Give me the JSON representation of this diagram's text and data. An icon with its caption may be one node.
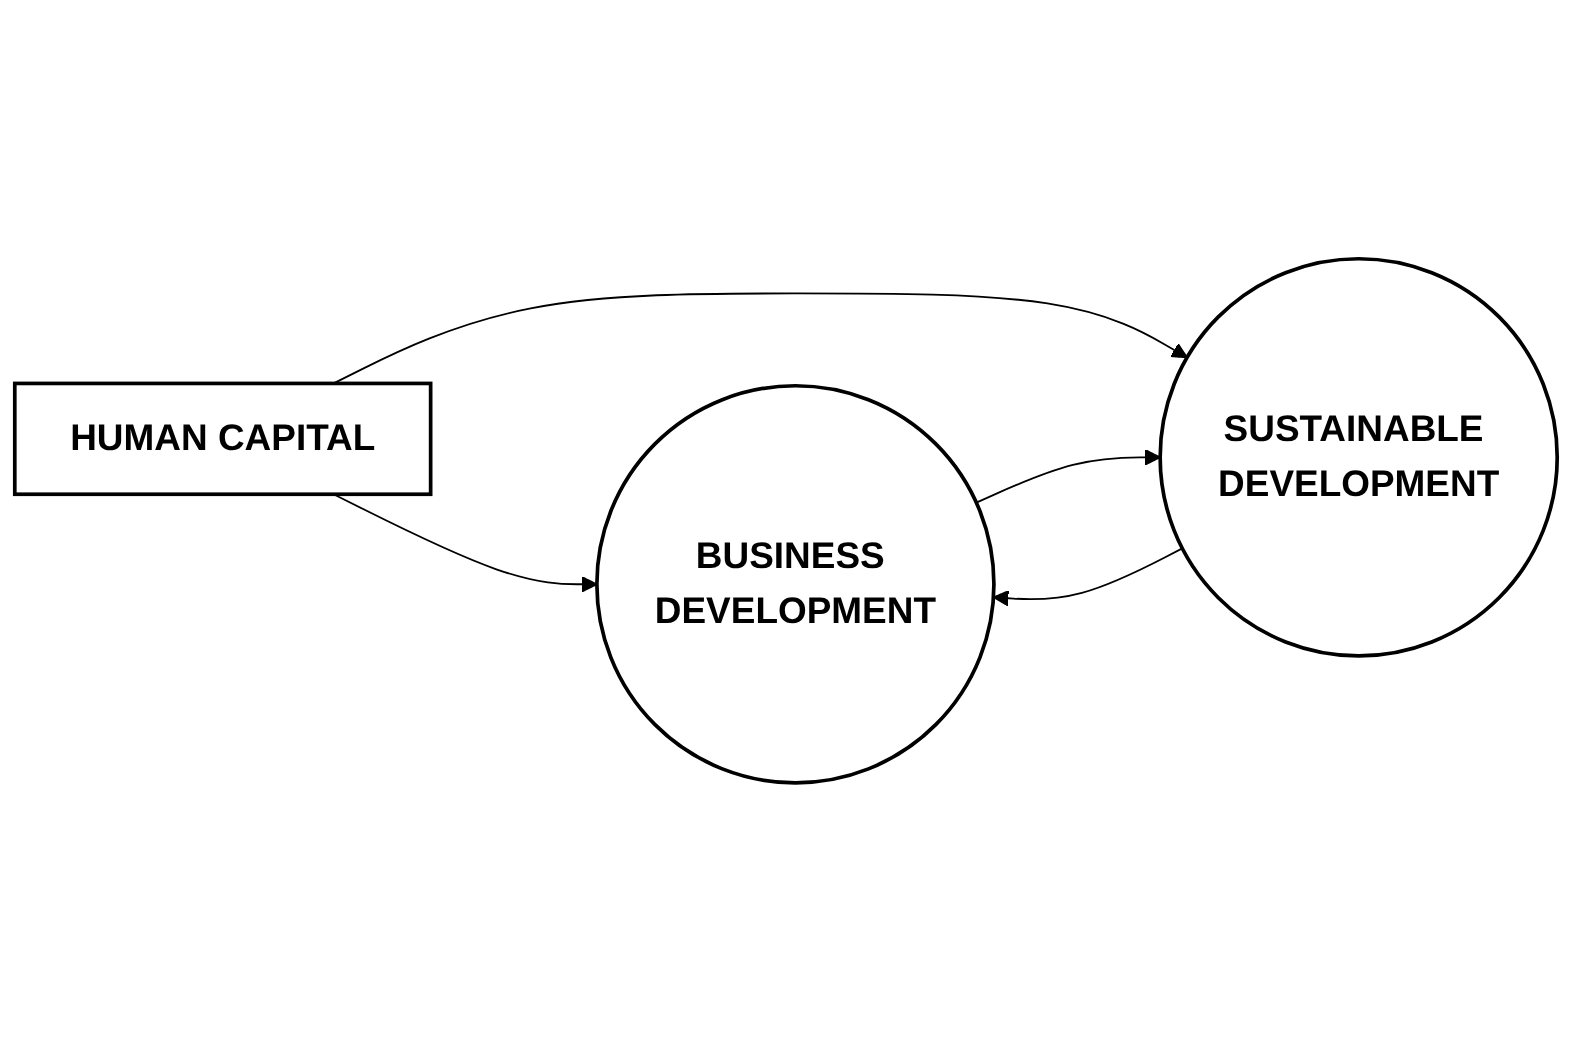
{
  "diagram": {
    "nodes": [
      {
        "text": [
          "HUMAN CAPITAL"
        ]
      },
      {
        "text": [
          "BUSINESS DEVELOPMENT"
        ]
      },
      {
        "text": [
          "SUSTAINABLE DEVELOPMENT"
        ]
      }
    ],
    "edges": [
      {
        "from": 0,
        "to": 1,
        "arrow": "to"
      },
      {
        "from": 0,
        "to": 2,
        "arrow": "to"
      },
      {
        "from": 1,
        "to": 2,
        "arrow": "to"
      },
      {
        "from": 2,
        "to": 1,
        "arrow": "to"
      }
    ]
  }
}
